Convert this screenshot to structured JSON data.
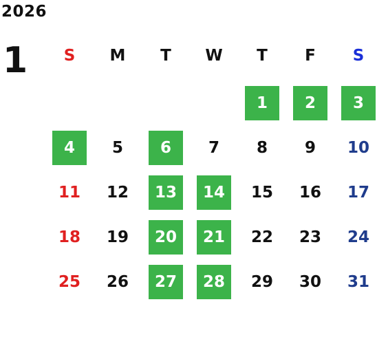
{
  "year": "2026",
  "month": "1",
  "colors": {
    "highlight": "#3cb34a",
    "sunday": "#e02020",
    "saturday_header": "#1a2fd8",
    "saturday": "#1f3c8c",
    "weekday": "#111111",
    "highlight_text": "#ffffff"
  },
  "weekdays": [
    "S",
    "M",
    "T",
    "W",
    "T",
    "F",
    "S"
  ],
  "weeks": [
    [
      null,
      null,
      null,
      null,
      {
        "d": "1",
        "hl": true
      },
      {
        "d": "2",
        "hl": true
      },
      {
        "d": "3",
        "hl": true
      }
    ],
    [
      {
        "d": "4",
        "hl": true
      },
      {
        "d": "5",
        "hl": false
      },
      {
        "d": "6",
        "hl": true
      },
      {
        "d": "7",
        "hl": false
      },
      {
        "d": "8",
        "hl": false
      },
      {
        "d": "9",
        "hl": false
      },
      {
        "d": "10",
        "hl": false
      }
    ],
    [
      {
        "d": "11",
        "hl": false
      },
      {
        "d": "12",
        "hl": false
      },
      {
        "d": "13",
        "hl": true
      },
      {
        "d": "14",
        "hl": true
      },
      {
        "d": "15",
        "hl": false
      },
      {
        "d": "16",
        "hl": false
      },
      {
        "d": "17",
        "hl": false
      }
    ],
    [
      {
        "d": "18",
        "hl": false
      },
      {
        "d": "19",
        "hl": false
      },
      {
        "d": "20",
        "hl": true
      },
      {
        "d": "21",
        "hl": true
      },
      {
        "d": "22",
        "hl": false
      },
      {
        "d": "23",
        "hl": false
      },
      {
        "d": "24",
        "hl": false
      }
    ],
    [
      {
        "d": "25",
        "hl": false
      },
      {
        "d": "26",
        "hl": false
      },
      {
        "d": "27",
        "hl": true
      },
      {
        "d": "28",
        "hl": true
      },
      {
        "d": "29",
        "hl": false
      },
      {
        "d": "30",
        "hl": false
      },
      {
        "d": "31",
        "hl": false
      }
    ]
  ]
}
